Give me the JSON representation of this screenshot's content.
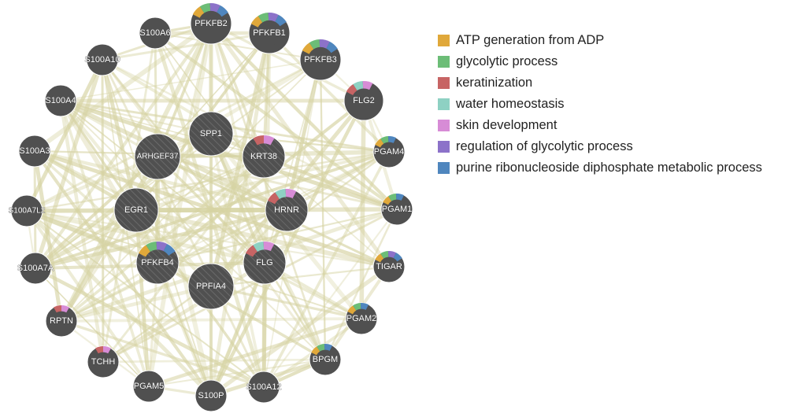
{
  "legend": [
    {
      "key": "atp",
      "label": "ATP generation from ADP",
      "color": "#E0A83A"
    },
    {
      "key": "glyc",
      "label": "glycolytic process",
      "color": "#6CBD77"
    },
    {
      "key": "ker",
      "label": "keratinization",
      "color": "#C76464"
    },
    {
      "key": "water",
      "label": "water homeostasis",
      "color": "#8ED1C3"
    },
    {
      "key": "skin",
      "label": "skin development",
      "color": "#D78CD6"
    },
    {
      "key": "reg",
      "label": "regulation of glycolytic process",
      "color": "#8C72C9"
    },
    {
      "key": "purine",
      "label": "purine ribonucleoside diphosphate metabolic process",
      "color": "#4F86BE"
    }
  ],
  "colors": {
    "node_fill": "#505050",
    "edge": "#D6D3A3",
    "query_hatch": "#5e5e5e"
  },
  "nodes": [
    {
      "id": "PFKFB2",
      "query": false,
      "functions": [
        "atp",
        "glyc",
        "reg",
        "purine"
      ]
    },
    {
      "id": "PFKFB1",
      "query": false,
      "functions": [
        "atp",
        "glyc",
        "reg",
        "purine"
      ]
    },
    {
      "id": "PFKFB3",
      "query": false,
      "functions": [
        "atp",
        "glyc",
        "reg",
        "purine"
      ]
    },
    {
      "id": "FLG2",
      "query": false,
      "functions": [
        "ker",
        "water",
        "skin"
      ]
    },
    {
      "id": "PGAM4",
      "query": false,
      "functions": [
        "atp",
        "glyc",
        "purine"
      ]
    },
    {
      "id": "PGAM1",
      "query": false,
      "functions": [
        "atp",
        "glyc",
        "purine"
      ]
    },
    {
      "id": "TIGAR",
      "query": false,
      "functions": [
        "atp",
        "glyc",
        "reg",
        "purine"
      ]
    },
    {
      "id": "PGAM2",
      "query": false,
      "functions": [
        "atp",
        "glyc",
        "purine"
      ]
    },
    {
      "id": "BPGM",
      "query": false,
      "functions": [
        "atp",
        "glyc",
        "purine"
      ]
    },
    {
      "id": "S100A12",
      "query": false,
      "functions": []
    },
    {
      "id": "S100P",
      "query": false,
      "functions": []
    },
    {
      "id": "PGAM5",
      "query": false,
      "functions": []
    },
    {
      "id": "TCHH",
      "query": false,
      "functions": [
        "ker",
        "skin"
      ]
    },
    {
      "id": "RPTN",
      "query": false,
      "functions": [
        "ker",
        "skin"
      ]
    },
    {
      "id": "S100A7A",
      "query": false,
      "functions": []
    },
    {
      "id": "S100A7L2",
      "query": false,
      "functions": []
    },
    {
      "id": "S100A3",
      "query": false,
      "functions": []
    },
    {
      "id": "S100A4",
      "query": false,
      "functions": []
    },
    {
      "id": "S100A10",
      "query": false,
      "functions": []
    },
    {
      "id": "S100A6",
      "query": false,
      "functions": []
    },
    {
      "id": "SPP1",
      "query": true,
      "functions": []
    },
    {
      "id": "ARHGEF37",
      "query": true,
      "functions": []
    },
    {
      "id": "KRT38",
      "query": true,
      "functions": [
        "ker",
        "skin"
      ]
    },
    {
      "id": "EGR1",
      "query": true,
      "functions": []
    },
    {
      "id": "HRNR",
      "query": true,
      "functions": [
        "ker",
        "water",
        "skin"
      ]
    },
    {
      "id": "PFKFB4",
      "query": true,
      "functions": [
        "atp",
        "glyc",
        "reg",
        "purine"
      ]
    },
    {
      "id": "FLG",
      "query": true,
      "functions": [
        "ker",
        "water",
        "skin"
      ]
    },
    {
      "id": "PPFIA4",
      "query": true,
      "functions": []
    }
  ]
}
